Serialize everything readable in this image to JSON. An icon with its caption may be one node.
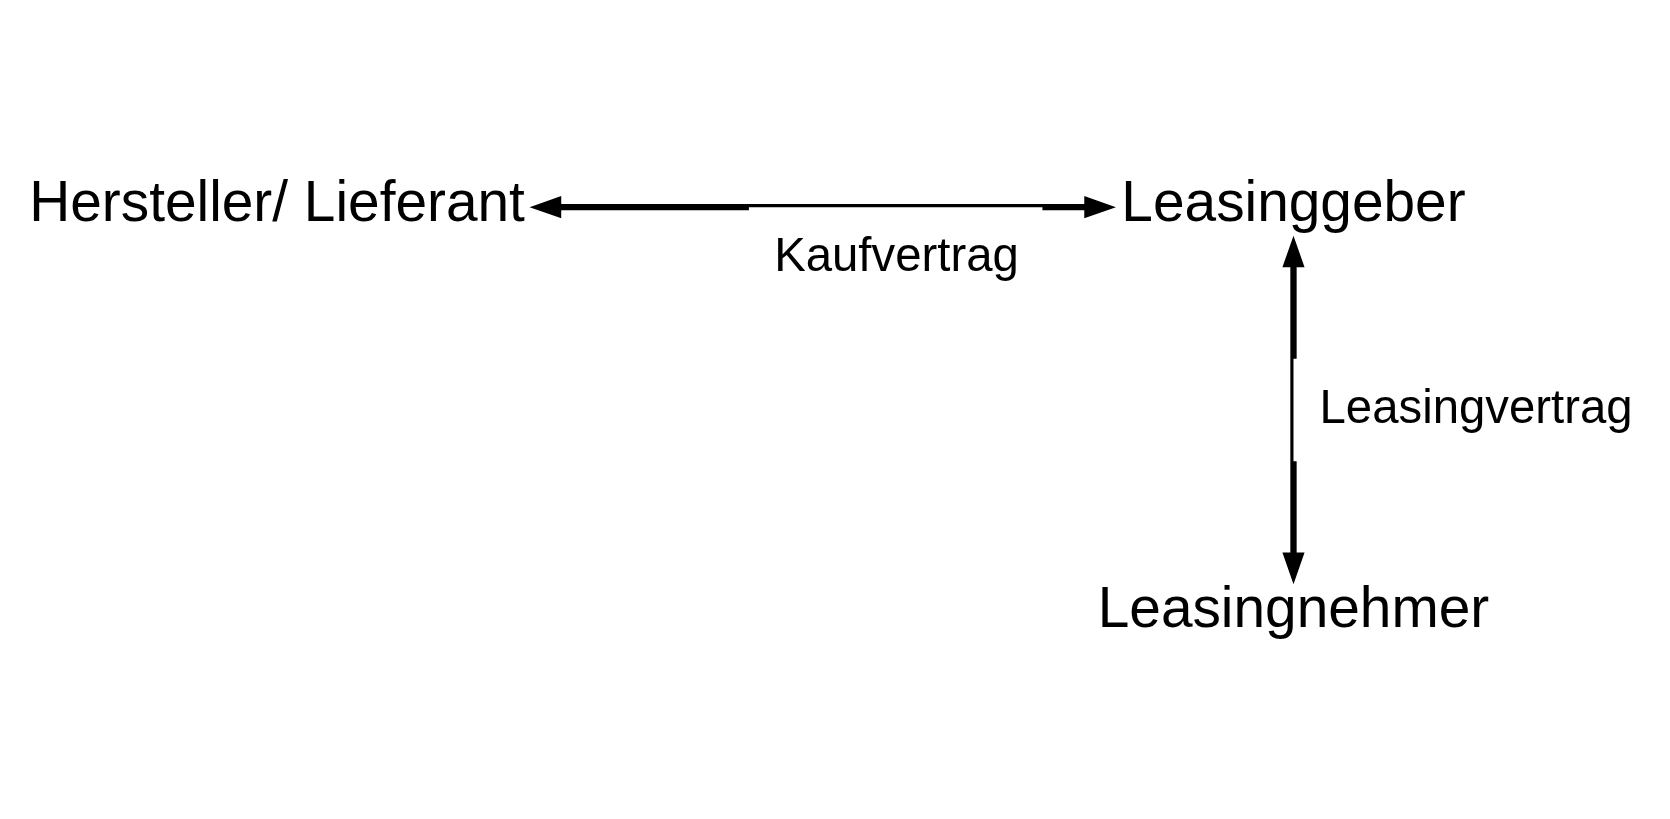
{
  "diagram": {
    "nodes": [
      {
        "text": [
          "Hersteller/ Lieferant"
        ]
      },
      {
        "text": [
          "Leasinggeber"
        ]
      },
      {
        "text": [
          "Leasingnehmer"
        ]
      }
    ],
    "edges": [
      {
        "from": 0,
        "to": 1,
        "arrow": "both",
        "label": "Kaufvertrag"
      },
      {
        "from": 1,
        "to": 2,
        "arrow": "both",
        "label": "Leasingvertrag"
      }
    ]
  }
}
